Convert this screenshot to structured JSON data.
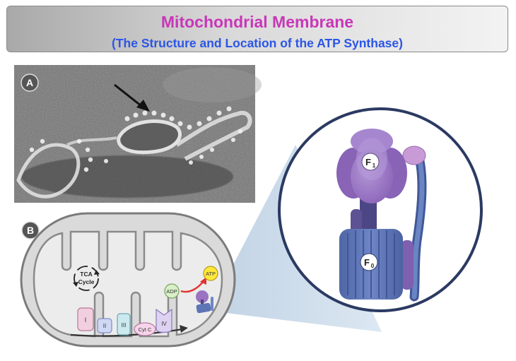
{
  "header": {
    "title": "Mitochondrial Membrane",
    "subtitle": "(The Structure and Location of the ATP Synthase)"
  },
  "panels": {
    "a": {
      "label": "A"
    },
    "b": {
      "label": "B"
    }
  },
  "mitochondrion": {
    "tca_line1": "TCA",
    "tca_line2": "Cycle",
    "complexes": [
      "I",
      "II",
      "III",
      "Cyt C",
      "IV"
    ],
    "adp": "ADP",
    "atp": "ATP"
  },
  "zoom": {
    "f1": "F",
    "f1_sub": "1",
    "f0": "F",
    "f0_sub": "0"
  },
  "colors": {
    "title": "#c837b8",
    "subtitle": "#2b55e6",
    "zoom_circle_border": "#2b3a62",
    "zoom_bg": "#b8cfe3",
    "f1_purple": "#9a74c2",
    "f0_blue": "#5d74b5",
    "stalk": "#4c4784",
    "atp_yellow": "#ffe83a",
    "adp_green": "#d9f0c6",
    "complex_pink": "#f2cfe0",
    "complex_blue": "#cfd8f4",
    "complex_teal": "#cbe9ee",
    "complex_purple": "#ddd2f1",
    "cytc_pink": "#f6d4ea",
    "red_arrow": "#e23232"
  }
}
